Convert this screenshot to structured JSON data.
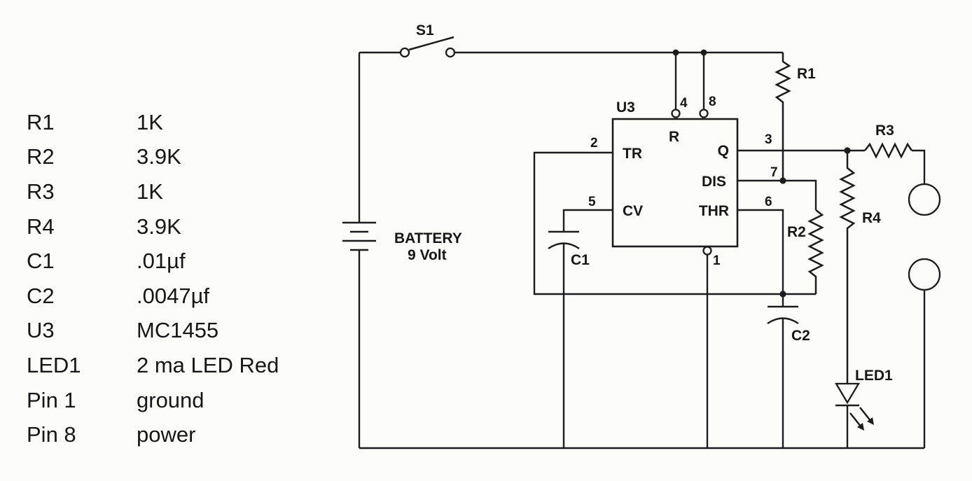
{
  "parts_list": {
    "rows": [
      {
        "ref": "R1",
        "value": "1K"
      },
      {
        "ref": "R2",
        "value": "3.9K"
      },
      {
        "ref": "R3",
        "value": "1K"
      },
      {
        "ref": "R4",
        "value": "3.9K"
      },
      {
        "ref": "C1",
        "value": ".01µf"
      },
      {
        "ref": "C2",
        "value": ".0047µf"
      },
      {
        "ref": "U3",
        "value": "MC1455"
      },
      {
        "ref": "LED1",
        "value": "2 ma LED Red"
      },
      {
        "ref": "Pin 1",
        "value": "ground"
      },
      {
        "ref": "Pin 8",
        "value": "power"
      }
    ]
  },
  "schematic": {
    "switch": {
      "label": "S1"
    },
    "battery": {
      "line1": "BATTERY",
      "line2": "9 Volt"
    },
    "ic": {
      "designator": "U3",
      "reset_label": "R",
      "trigger_label": "TR",
      "output_label": "Q",
      "discharge_label": "DIS",
      "control_label": "CV",
      "threshold_label": "THR",
      "pin4": "4",
      "pin8": "8",
      "pin2": "2",
      "pin5": "5",
      "pin3": "3",
      "pin7": "7",
      "pin6": "6",
      "pin1": "1"
    },
    "r1": {
      "label": "R1"
    },
    "r2": {
      "label": "R2"
    },
    "r3": {
      "label": "R3"
    },
    "r4": {
      "label": "R4"
    },
    "c1": {
      "label": "C1"
    },
    "c2": {
      "label": "C2"
    },
    "led": {
      "label": "LED1"
    }
  },
  "colors": {
    "ink": "#1c1c1c",
    "background": "#fcfcf9"
  }
}
